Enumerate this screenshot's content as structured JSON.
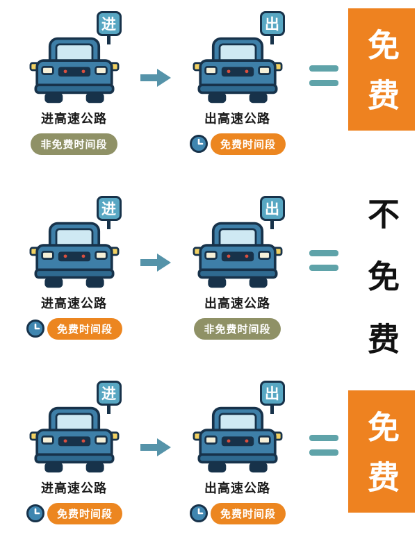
{
  "title": "highway-toll-free-rules-infographic",
  "colors": {
    "accent_orange": "#ee8220",
    "badge_olive": "#8f9166",
    "teal_symbols": "#5fa3a9",
    "car_body_blue": "#3e7fa8",
    "outline_navy": "#17324a",
    "sign_plate_blue": "#58a7c3"
  },
  "icons": {
    "car": "car-front-icon",
    "clock": "clock-icon",
    "arrow": "arrow-right-icon",
    "equals": "equals-icon"
  },
  "rows": [
    {
      "left": {
        "sign": "进",
        "label": "进高速公路",
        "badge": "非免费时间段",
        "badge_type": "nonfree"
      },
      "right": {
        "sign": "出",
        "label": "出高速公路",
        "badge": "免费时间段",
        "badge_type": "free"
      },
      "result": "免费",
      "result_type": "free"
    },
    {
      "left": {
        "sign": "进",
        "label": "进高速公路",
        "badge": "免费时间段",
        "badge_type": "free"
      },
      "right": {
        "sign": "出",
        "label": "出高速公路",
        "badge": "非免费时间段",
        "badge_type": "nonfree"
      },
      "result": "不免费",
      "result_type": "notfree"
    },
    {
      "left": {
        "sign": "进",
        "label": "进高速公路",
        "badge": "免费时间段",
        "badge_type": "free"
      },
      "right": {
        "sign": "出",
        "label": "出高速公路",
        "badge": "免费时间段",
        "badge_type": "free"
      },
      "result": "免费",
      "result_type": "free"
    }
  ]
}
